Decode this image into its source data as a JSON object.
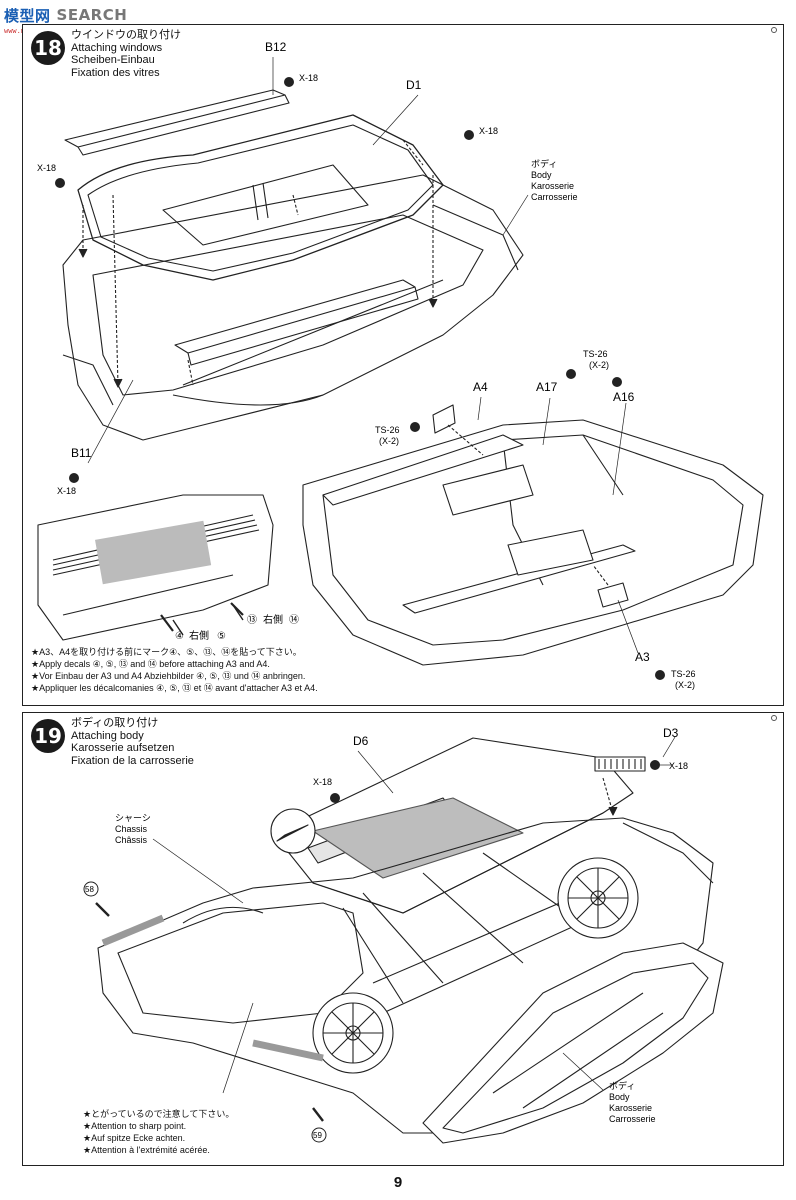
{
  "watermark": {
    "brand": "模型网",
    "search": "SEARCH",
    "url": "www.moxing.net"
  },
  "page_number": "9",
  "step18": {
    "number": "18",
    "title_jp": "ウインドウの取り付け",
    "title_en": "Attaching windows",
    "title_de": "Scheiben-Einbau",
    "title_fr": "Fixation des vitres",
    "labels": {
      "B12": "B12",
      "D1": "D1",
      "B11": "B11",
      "A4": "A4",
      "A17": "A17",
      "A16": "A16",
      "A3": "A3",
      "x18": "X-18",
      "ts26": "TS-26",
      "x2": "(X-2)",
      "body_jp": "ボディ",
      "body_en": "Body",
      "body_de": "Karosserie",
      "body_fr": "Carrosserie",
      "decal_4": "④",
      "decal_5": "⑤",
      "decal_13": "⑬",
      "decal_14": "⑭",
      "right_side": "右側"
    },
    "notes": [
      "★A3、A4を取り付ける前にマーク④、⑤、⑬、⑭を貼って下さい。",
      "★Apply decals ④, ⑤, ⑬ and ⑭ before attaching A3 and A4.",
      "★Vor Einbau der A3 und A4 Abziehbilder ④, ⑤, ⑬ und ⑭ anbringen.",
      "★Appliquer les décalcomanies ④, ⑤, ⑬ et ⑭ avant d'attacher A3 et A4."
    ]
  },
  "step19": {
    "number": "19",
    "title_jp": "ボディの取り付け",
    "title_en": "Attaching body",
    "title_de": "Karosserie aufsetzen",
    "title_fr": "Fixation de la carrosserie",
    "labels": {
      "D6": "D6",
      "D3": "D3",
      "x18": "X-18",
      "chassis_jp": "シャーシ",
      "chassis_en": "Chassis",
      "chassis_fr": "Châssis",
      "decal_58": "58",
      "decal_59": "59",
      "body_jp": "ボディ",
      "body_en": "Body",
      "body_de": "Karosserie",
      "body_fr": "Carrosserie"
    },
    "notes": [
      "★とがっているので注意して下さい。",
      "★Attention to sharp point.",
      "★Auf spitze Ecke achten.",
      "★Attention à l'extrémité acérée."
    ]
  }
}
